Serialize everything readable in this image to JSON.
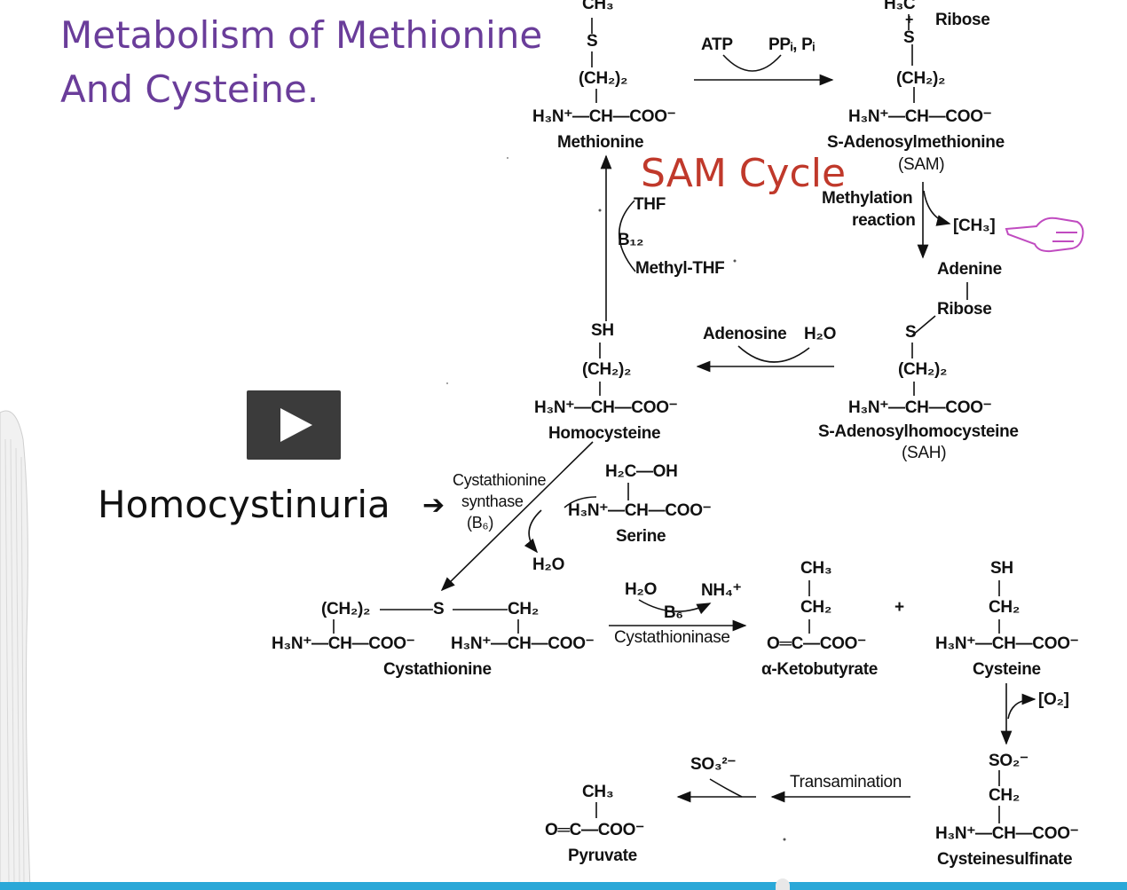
{
  "slide": {
    "title_line1": "Metabolism of Methionine",
    "title_line2": "And Cysteine.",
    "sam_cycle": "SAM Cycle",
    "homocystinuria": "Homocystinuria",
    "homocystinuria_arrow": "➔",
    "colors": {
      "title": "#6a3d9a",
      "sam": "#c0392b",
      "progress": "#2aa8d8",
      "hand": "#c04bc0"
    }
  },
  "player": {
    "play_icon": "play-icon"
  },
  "diagram": {
    "methionine": {
      "ch3": "CH₃",
      "s": "S",
      "ch2": "(CH₂)₂",
      "backbone": "H₃N⁺—CH—COO⁻",
      "name": "Methionine"
    },
    "step1": {
      "atp": "ATP",
      "products": "PPᵢ, Pᵢ"
    },
    "sam": {
      "h3c": "H₃C",
      "plus": "+",
      "ribose": "Ribose",
      "s": "S",
      "ch2": "(CH₂)₂",
      "backbone": "H₃N⁺—CH—COO⁻",
      "name": "S-Adenosylmethionine",
      "abbr": "(SAM)"
    },
    "methylation": {
      "line1": "Methylation",
      "line2": "reaction",
      "product": "[CH₃]"
    },
    "sah": {
      "adenine": "Adenine",
      "ribose": "Ribose",
      "s": "S",
      "ch2": "(CH₂)₂",
      "backbone": "H₃N⁺—CH—COO⁻",
      "name": "S-Adenosylhomocysteine",
      "abbr": "(SAH)"
    },
    "step_hydrolysis": {
      "adenosine": "Adenosine",
      "water": "H₂O"
    },
    "remethylation": {
      "thf": "THF",
      "b12": "B₁₂",
      "methyl_thf": "Methyl-THF"
    },
    "homocysteine": {
      "sh": "SH",
      "ch2": "(CH₂)₂",
      "backbone": "H₃N⁺—CH—COO⁻",
      "name": "Homocysteine"
    },
    "cbs": {
      "line1": "Cystathionine",
      "line2": "synthase",
      "line3": "(B₆)",
      "water": "H₂O"
    },
    "serine": {
      "top": "H₂C—OH",
      "backbone": "H₃N⁺—CH—COO⁻",
      "name": "Serine"
    },
    "cystathionine": {
      "ch2_left": "(CH₂)₂",
      "s": "S",
      "ch2_right": "CH₂",
      "backbone_left": "H₃N⁺—CH—COO⁻",
      "backbone_right": "H₃N⁺—CH—COO⁻",
      "name": "Cystathionine"
    },
    "cystathioninase": {
      "water": "H₂O",
      "nh4": "NH₄⁺",
      "b6": "B₆",
      "enzyme": "Cystathioninase"
    },
    "ketobutyrate": {
      "ch3": "CH₃",
      "ch2": "CH₂",
      "backbone": "O═C—COO⁻",
      "name": "α-Ketobutyrate",
      "plus": "+"
    },
    "cysteine": {
      "sh": "SH",
      "ch2": "CH₂",
      "backbone": "H₃N⁺—CH—COO⁻",
      "name": "Cysteine",
      "oxidant": "[O₂]"
    },
    "cysteinesulfinate": {
      "so2": "SO₂⁻",
      "ch2": "CH₂",
      "backbone": "H₃N⁺—CH—COO⁻",
      "name": "Cysteinesulfinate"
    },
    "transamination": {
      "label": "Transamination",
      "sulfite": "SO₃²⁻"
    },
    "pyruvate": {
      "ch3": "CH₃",
      "backbone": "O═C—COO⁻",
      "name": "Pyruvate"
    }
  }
}
